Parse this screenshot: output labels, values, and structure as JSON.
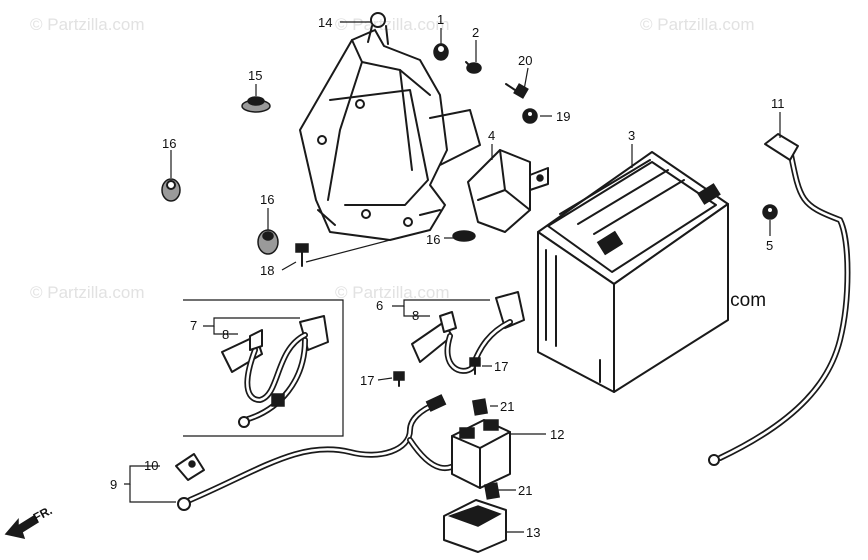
{
  "watermark": "© Partzilla.com",
  "brand": "© Partzilla.com",
  "direction_label": "FR.",
  "callouts": [
    "1",
    "2",
    "3",
    "4",
    "5",
    "6",
    "7",
    "8",
    "9",
    "10",
    "11",
    "12",
    "13",
    "14",
    "15",
    "16",
    "17",
    "18",
    "19",
    "20",
    "21"
  ],
  "parts": [
    {
      "ref": "1",
      "icon": "cap-nut"
    },
    {
      "ref": "2",
      "icon": "screw"
    },
    {
      "ref": "3",
      "icon": "battery"
    },
    {
      "ref": "4",
      "icon": "terminal-cover"
    },
    {
      "ref": "5",
      "icon": "nut"
    },
    {
      "ref": "6",
      "icon": "cable-assembly"
    },
    {
      "ref": "7",
      "icon": "cable-assembly"
    },
    {
      "ref": "8",
      "icon": "terminal-boot"
    },
    {
      "ref": "9",
      "icon": "cable-assembly"
    },
    {
      "ref": "10",
      "icon": "terminal-boot"
    },
    {
      "ref": "11",
      "icon": "ground-cable"
    },
    {
      "ref": "12",
      "icon": "starter-relay"
    },
    {
      "ref": "13",
      "icon": "relay-cover"
    },
    {
      "ref": "14",
      "icon": "battery-box"
    },
    {
      "ref": "15",
      "icon": "rubber-grommet"
    },
    {
      "ref": "16",
      "icon": "rubber-cushion"
    },
    {
      "ref": "17",
      "icon": "bolt"
    },
    {
      "ref": "18",
      "icon": "bolt"
    },
    {
      "ref": "19",
      "icon": "nut"
    },
    {
      "ref": "20",
      "icon": "bolt"
    },
    {
      "ref": "21",
      "icon": "clip"
    }
  ]
}
